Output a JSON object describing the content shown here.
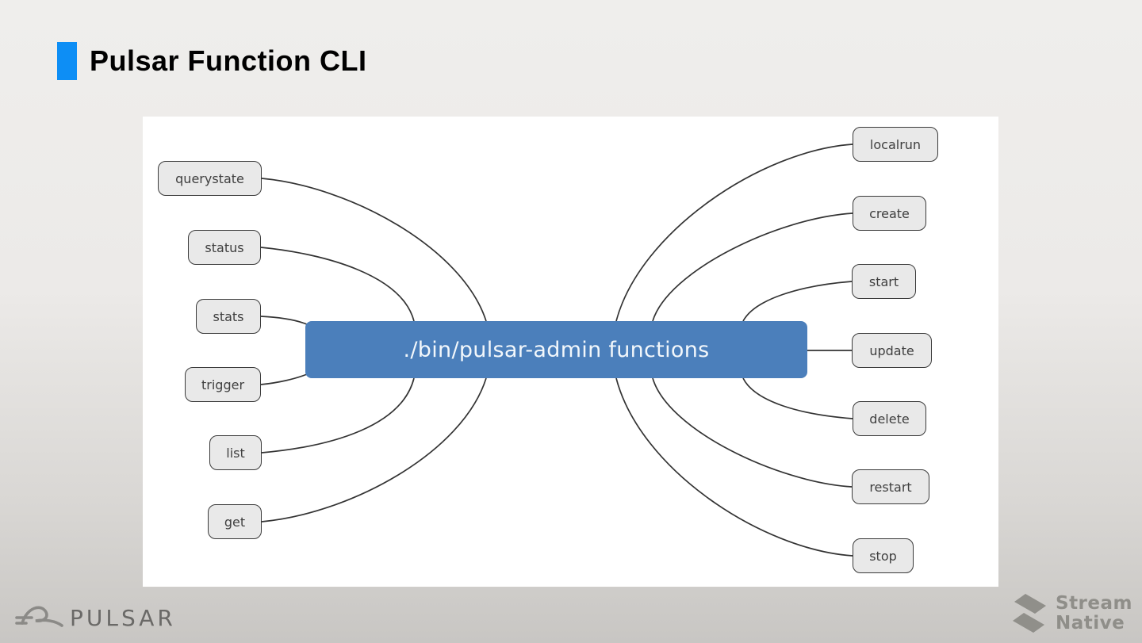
{
  "slide": {
    "title": "Pulsar Function CLI"
  },
  "diagram": {
    "center": {
      "label": "./bin/pulsar-admin functions"
    },
    "left_commands": [
      "querystate",
      "status",
      "stats",
      "trigger",
      "list",
      "get"
    ],
    "right_commands": [
      "localrun",
      "create",
      "start",
      "update",
      "delete",
      "restart",
      "stop"
    ]
  },
  "footer": {
    "pulsar_logo_text": "PULSAR",
    "streamnative_line1": "Stream",
    "streamnative_line2": "Native"
  },
  "colors": {
    "accent": "#0d8ef5",
    "center_fill": "#4b7fbb",
    "node_fill": "#e9e9e9",
    "connector": "#333333",
    "background_top": "#efeeec",
    "background_bottom": "#c8c6c3"
  }
}
